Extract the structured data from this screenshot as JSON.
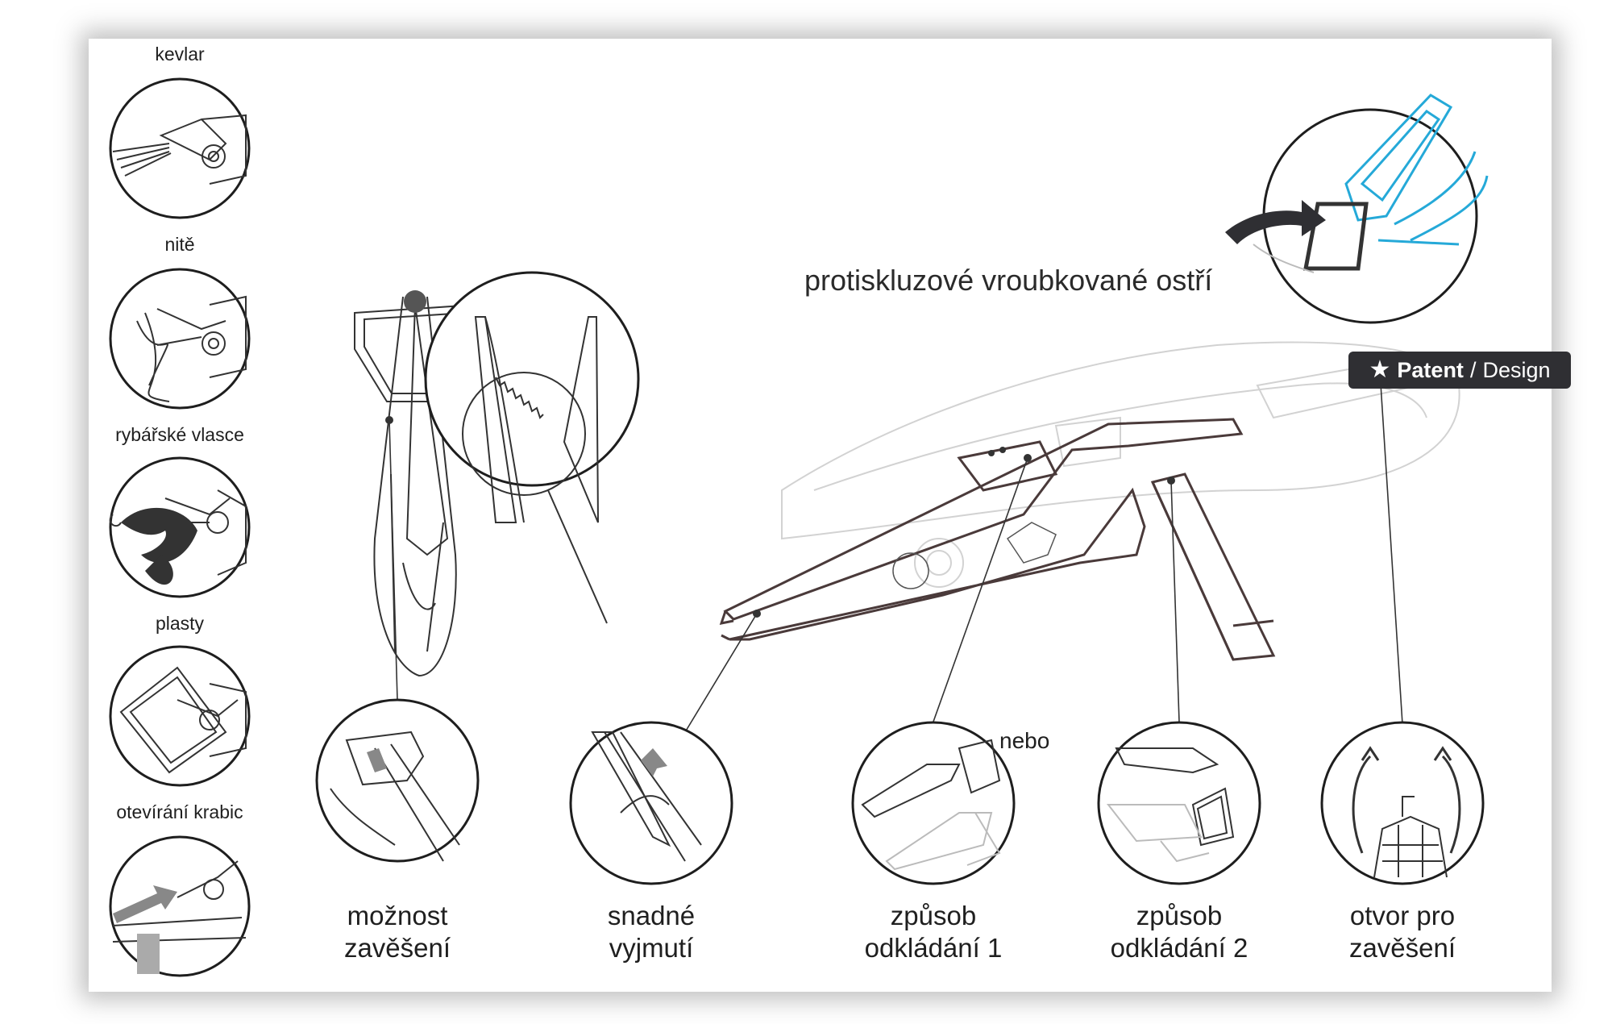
{
  "side_uses": [
    {
      "label": "kevlar"
    },
    {
      "label": "nitě"
    },
    {
      "label": "rybářské vlasce"
    },
    {
      "label": "plasty"
    },
    {
      "label": "otevírání krabic"
    }
  ],
  "headline": "protiskluzové vroubkované ostří",
  "patent": {
    "label": "Patent",
    "separator": "/",
    "suffix": "Design",
    "icon": "star-icon"
  },
  "nebo": "nebo",
  "features": [
    {
      "line1": "možnost",
      "line2": "zavěšení"
    },
    {
      "line1": "snadné",
      "line2": "vyjmutí"
    },
    {
      "line1": "způsob",
      "line2": "odkládání 1"
    },
    {
      "line1": "způsob",
      "line2": "odkládání 2"
    },
    {
      "line1": "otvor pro",
      "line2": "zavěšení"
    }
  ],
  "colors": {
    "line": "#2b2b2b",
    "ghost": "#cfcfcf",
    "accent": "#25a9d8",
    "patent_bg": "#2f2f33",
    "outline": "#4a3a3a"
  }
}
